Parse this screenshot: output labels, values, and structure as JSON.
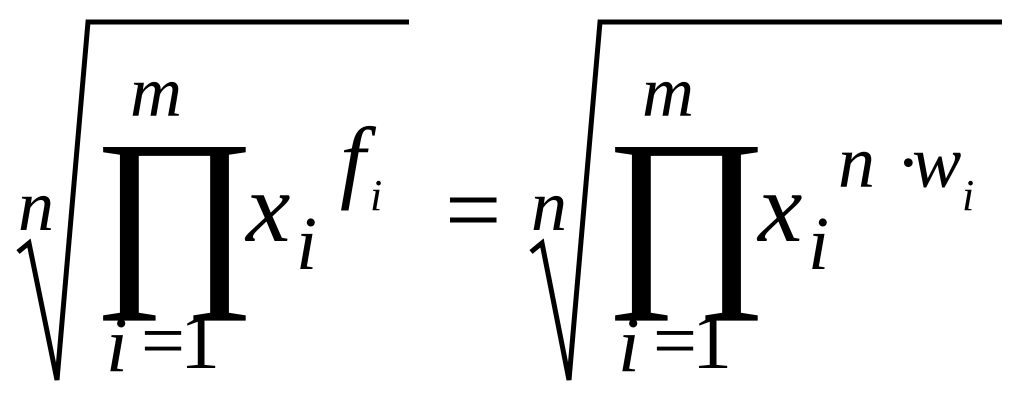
{
  "formula": {
    "left": {
      "root_index": "n",
      "upper_limit": "m",
      "operator": "∏",
      "lower_index": "i",
      "lower_equals": "=",
      "lower_value": "1",
      "base": "x",
      "base_subscript": "i",
      "exponent": "f",
      "exponent_subscript": "i"
    },
    "equals": "=",
    "right": {
      "root_index": "n",
      "upper_limit": "m",
      "operator": "∏",
      "lower_index": "i",
      "lower_equals": "=",
      "lower_value": "1",
      "base": "x",
      "base_subscript": "i",
      "exponent_n": "n",
      "exponent_dot": "·",
      "exponent_w": "w",
      "exponent_w_subscript": "i"
    }
  }
}
